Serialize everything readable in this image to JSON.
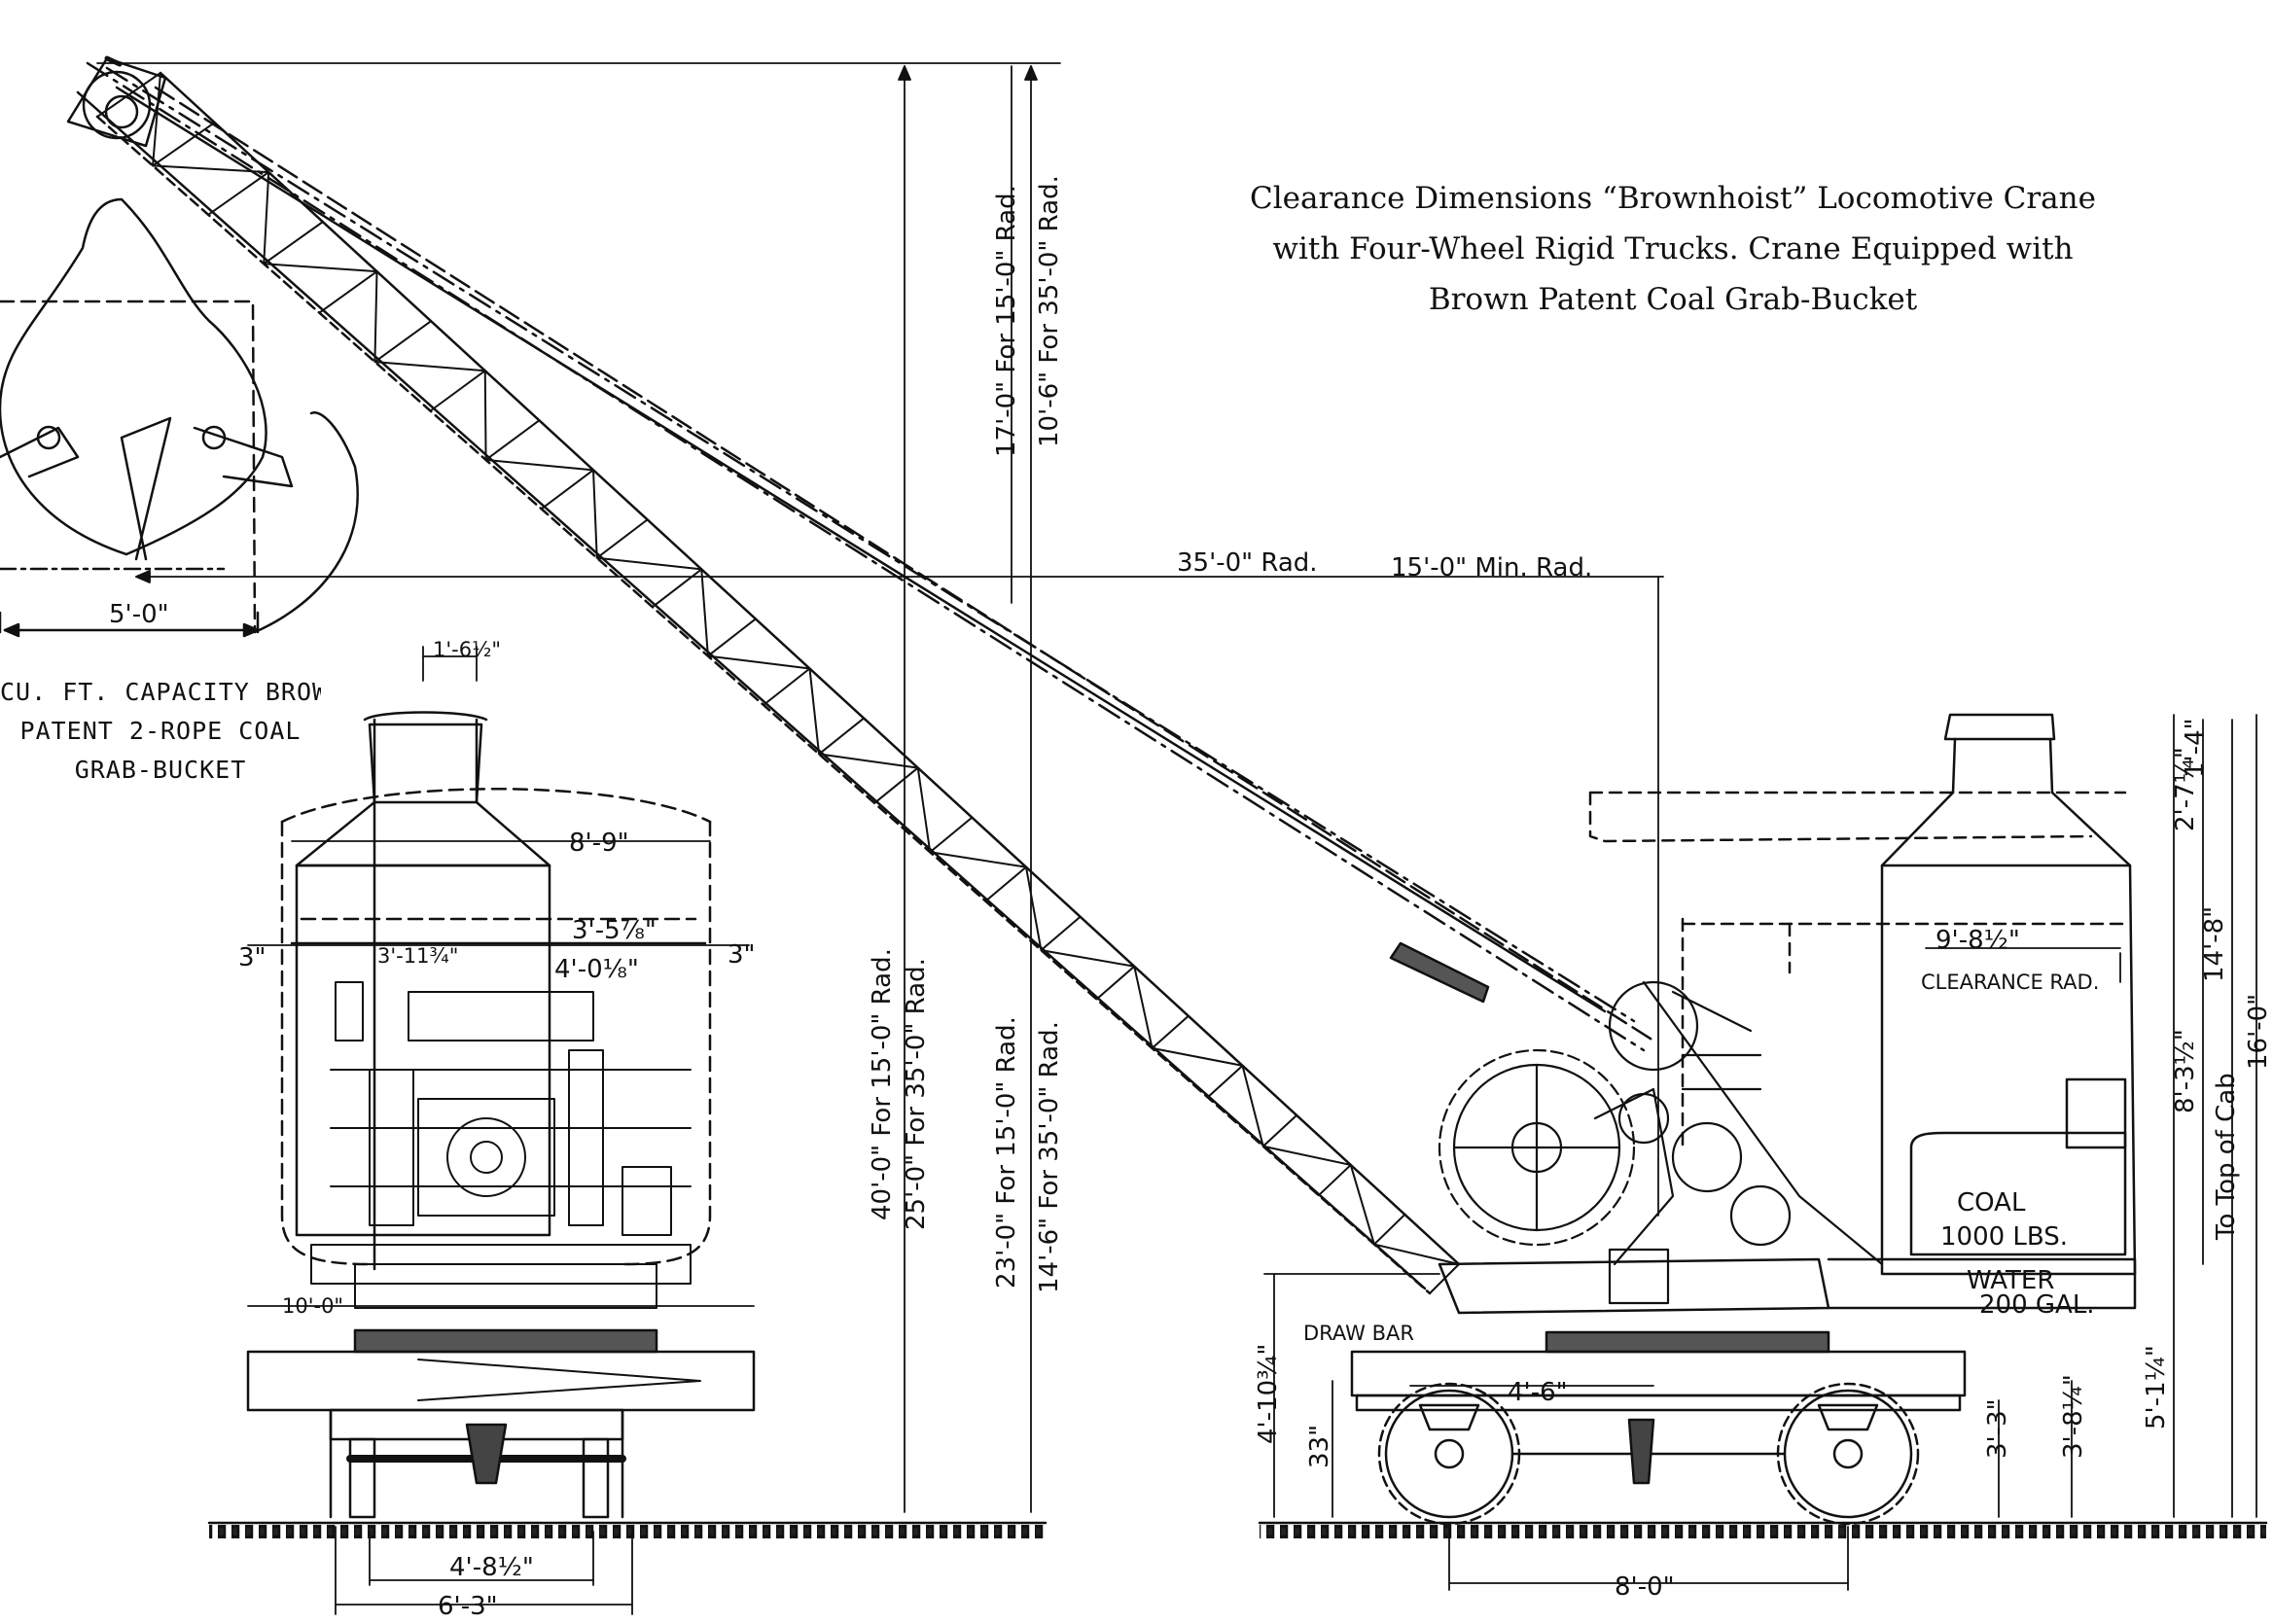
{
  "caption": {
    "line1": "Clearance Dimensions “Brownhoist” Locomotive Crane",
    "line2": "with Four-Wheel Rigid Trucks.  Crane Equipped with",
    "line3": "Brown Patent Coal Grab-Bucket"
  },
  "bucket_label": {
    "line1": "CU. FT. CAPACITY BROWN",
    "line2": "PATENT 2-ROPE COAL",
    "line3": "GRAB-BUCKET"
  },
  "dimensions": {
    "bucket_width": "5'-0\"",
    "stack_width": "1'-6½\"",
    "cab_top_width": "8'-9\"",
    "cab_left_offset": "3\"",
    "cab_right_offset": "3\"",
    "cab_left_half": "3'-11¾\"",
    "cab_half_upper": "3'-5⅞\"",
    "cab_half_lower": "4'-0⅛\"",
    "frame_width": "10'-0\"",
    "axle_gauge": "4'-8½\"",
    "truck_width": "6'-3\"",
    "radius_35": "35'-0\" Rad.",
    "radius_15_min": "15'-0\" Min. Rad.",
    "vert_17": "17'-0\" For 15'-0\" Rad.",
    "vert_10_6": "10'-6\" For 35'-0\" Rad.",
    "vert_40": "40'-0\" For 15'-0\" Rad.",
    "vert_25": "25'-0\" For 35'-0\" Rad.",
    "vert_23": "23'-0\" For 15'-0\" Rad.",
    "vert_14_6": "14'-6\" For 35'-0\" Rad.",
    "clearance_rad": "9'-8½\"",
    "clearance_rad_label": "CLEARANCE RAD.",
    "coal_label": "COAL",
    "coal_value": "1000 LBS.",
    "water_label": "WATER",
    "water_value": "200 GAL.",
    "draw_bar": "DRAW BAR",
    "truck_spacing": "4'-6\"",
    "wheelbase": "8'-0\"",
    "h_4_10": "4'-10¾\"",
    "h_33": "33\"",
    "h_3_3": "3'-3\"",
    "h_3_8": "3'-8¼\"",
    "h_5_1": "5'-1¼\"",
    "h_8_3": "8'-3½\"",
    "h_2_7": "2'-7¼\"",
    "h_1_4": "1'-4\"",
    "h_14_8": "14'-8\"",
    "h_16_0": "16'-0\"",
    "to_top_of_cab": "To Top of Cab"
  }
}
